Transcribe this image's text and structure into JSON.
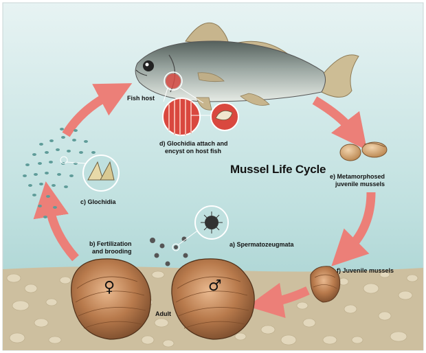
{
  "title": "Mussel Life Cycle",
  "labels": {
    "fish_host": "Fish host",
    "glochidia_attach_1": "d) Glochidia attach and",
    "glochidia_attach_2": "encyst on host fish",
    "metamorphosed_1": "e) Metamorphosed",
    "metamorphosed_2": "juvenile mussels",
    "juvenile": "f) Juvenile mussels",
    "spermatozeugmata": "a) Spermatozeugmata",
    "fertilization_1": "b) Fertilization",
    "fertilization_2": "and brooding",
    "glochidia": "c) Glochidia",
    "adult": "Adult"
  },
  "symbols": {
    "female": "♀",
    "male": "♂"
  },
  "colors": {
    "water_top": "#e4f1f1",
    "water_bottom": "#a9d2d2",
    "sediment": "#cfc3a5",
    "arrow": "#ec7f78",
    "shell": "#b67a4f"
  }
}
